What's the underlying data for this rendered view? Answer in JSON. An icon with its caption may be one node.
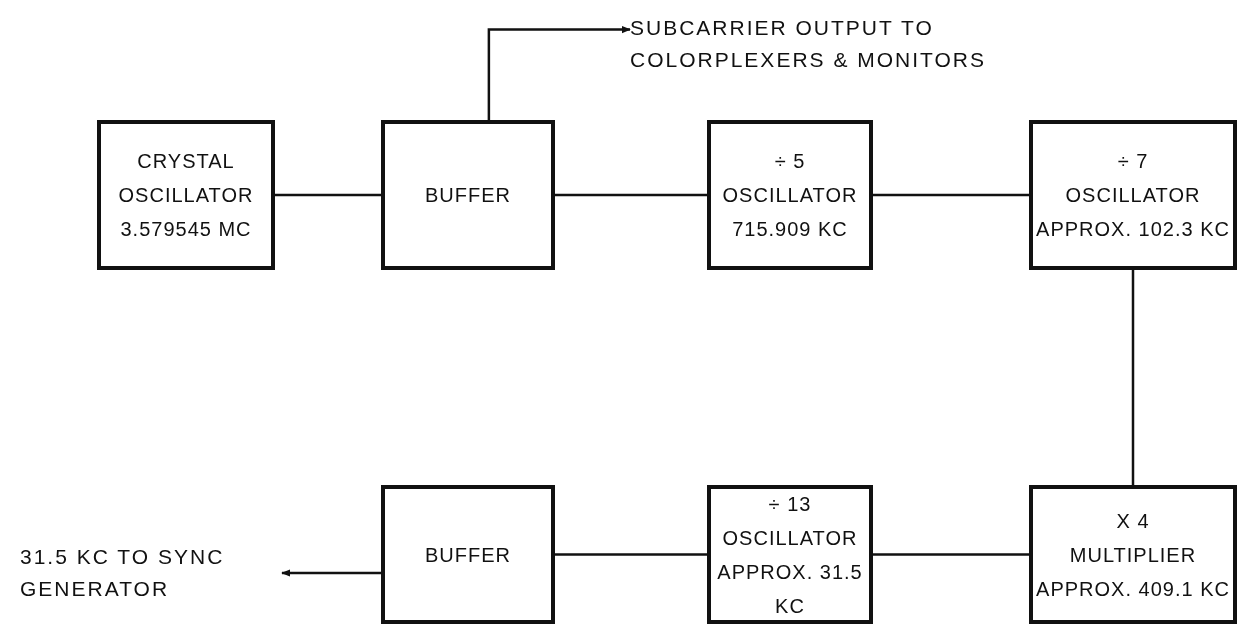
{
  "diagram": {
    "nodes": [
      {
        "text": [
          "CRYSTAL OSCILLATOR",
          "3.579545 MC"
        ]
      },
      {
        "text": [
          "BUFFER"
        ]
      },
      {
        "text": [
          "÷ 5",
          "OSCILLATOR",
          "715.909 KC"
        ]
      },
      {
        "text": [
          "÷ 7",
          "OSCILLATOR",
          "APPROX. 102.3 KC"
        ]
      },
      {
        "text": [
          "X 4",
          "MULTIPLIER",
          "APPROX. 409.1 KC"
        ]
      },
      {
        "text": [
          "÷ 13",
          "OSCILLATOR",
          "APPROX. 31.5 KC"
        ]
      },
      {
        "text": [
          "BUFFER"
        ]
      },
      {
        "text": [
          "SUBCARRIER OUTPUT TO COLORPLEXERS & MONITORS"
        ]
      },
      {
        "text": [
          "31.5 KC TO SYNC GENERATOR"
        ]
      }
    ],
    "edges": [
      {
        "from": 0,
        "to": 1,
        "arrow": "none"
      },
      {
        "from": 1,
        "to": 2,
        "arrow": "none"
      },
      {
        "from": 2,
        "to": 3,
        "arrow": "none"
      },
      {
        "from": 3,
        "to": 4,
        "arrow": "none"
      },
      {
        "from": 4,
        "to": 5,
        "arrow": "none"
      },
      {
        "from": 5,
        "to": 6,
        "arrow": "none"
      },
      {
        "from": 1,
        "to": 7,
        "arrow": "to"
      },
      {
        "from": 6,
        "to": 8,
        "arrow": "to"
      }
    ]
  }
}
